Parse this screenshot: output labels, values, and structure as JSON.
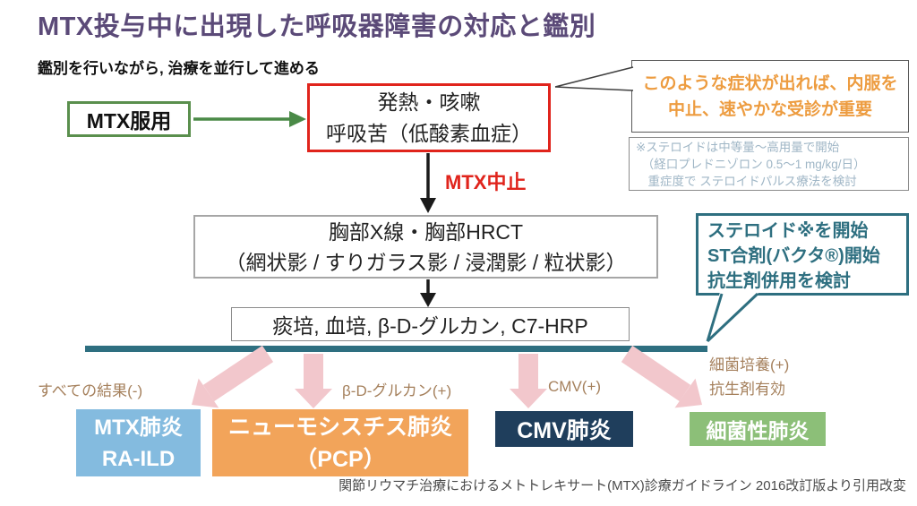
{
  "page": {
    "title": "MTX投与中に出現した呼吸器障害の対応と鑑別",
    "subtitle": "鑑別を行いながら, 治療を並行して進める",
    "footer": "関節リウマチ治療におけるメトトレキサート(MTX)診療ガイドライン 2016改訂版より引用改変"
  },
  "flow": {
    "mtx_intake": "MTX服用",
    "symptoms": "発熱・咳嗽\n呼吸苦（低酸素血症）",
    "mtx_stop": "MTX中止",
    "imaging": "胸部X線・胸部HRCT\n（網状影 / すりガラス影 / 浸潤影 / 粒状影）",
    "labs": "痰培, 血培, β-D-グルカン, C7-HRP"
  },
  "callouts": {
    "symptom_alert": "このような症状が出れば、内服を\n中止、速やかな受診が重要",
    "steroid_note": "※ステロイドは中等量〜高用量で開始\n　（経口プレドニゾロン 0.5〜1 mg/kg/日）\n　重症度で ステロイドパルス療法を検討",
    "treatment": "ステロイド※を開始\nST合剤(バクタ®)開始\n抗生剤併用を検討"
  },
  "branches": [
    {
      "result": "すべての結果(-)",
      "diagnosis": "MTX肺炎\nRA-ILD",
      "box_color": "#84BBDF"
    },
    {
      "result": "β-D-グルカン(+)",
      "diagnosis": "ニューモシスチス肺炎\n（PCP）",
      "box_color": "#F2A45A"
    },
    {
      "result": "CMV(+)",
      "diagnosis": "CMV肺炎",
      "box_color": "#1F3E5C"
    },
    {
      "result": "細菌培養(+)\n抗生剤有効",
      "diagnosis": "細菌性肺炎",
      "box_color": "#8CBF78"
    }
  ],
  "colors": {
    "title_purple": "#5B4A78",
    "accent_red": "#E0241C",
    "green_border": "#5A8F4D",
    "green_arrow": "#4A8A47",
    "teal": "#2E6F80",
    "orange_text": "#ED9C40",
    "note_text": "#9FB6C6",
    "result_label_brown": "#A5805C",
    "arrow_pink": "#F2C7CC"
  }
}
